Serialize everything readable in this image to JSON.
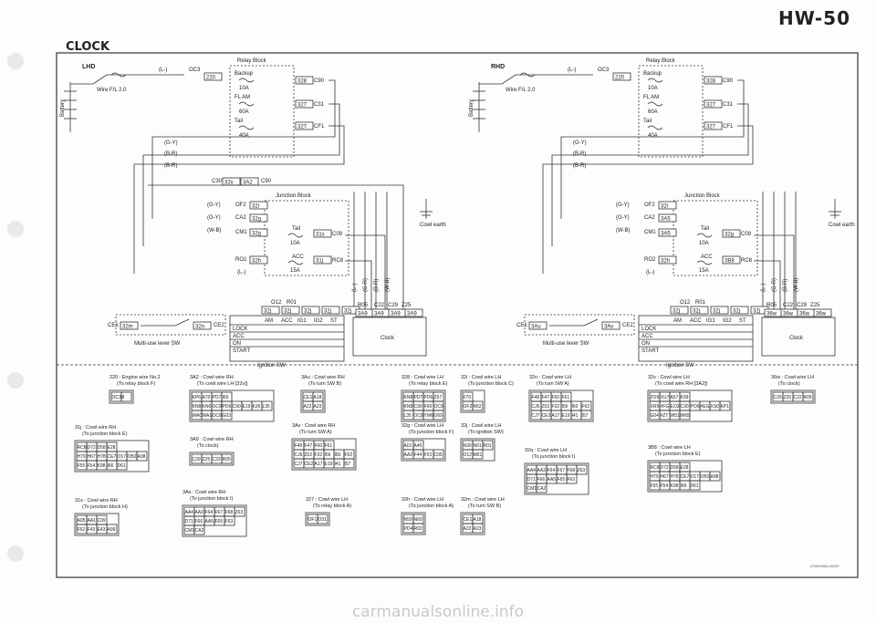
{
  "header": {
    "page_number": "HW-50",
    "title": "CLOCK"
  },
  "lhd": {
    "label": "LHD",
    "battery": "Battery",
    "wire_fl": "Wire F/L 2.0",
    "neg": "(L-)",
    "oc": "OC3",
    "oc_conn": "220",
    "relay_block": "Relay Block",
    "backup": "Backup",
    "backup_amp": "10A",
    "fl_am": "FL AM",
    "fl_am_amp": "60A",
    "tail": "Tail",
    "tail_amp": "40A",
    "c90": "C90",
    "c90_conn": "328",
    "c31": "C31",
    "c31_conn": "327",
    "cf1": "CF1",
    "cf1_conn": "327",
    "w_gy": "(G-Y)",
    "w_br1": "(B-R)",
    "w_br2": "(B-R)",
    "c30": "C30",
    "c30_conn1": "32v",
    "c30_conn2": "3A2",
    "c90b": "C90",
    "junction_block": "Junction Block",
    "of2": "OF2",
    "of2_conn": "32i",
    "ca2": "CA2",
    "ca2_conn": "32g",
    "cm1": "CM1",
    "cm1_conn": "32g",
    "wgy2": "(G-Y)",
    "wgy3": "(G-Y)",
    "wwb": "(W-B)",
    "tail_j": "Tail",
    "tail_j_amp": "10A",
    "c09": "C09",
    "c09_conn": "31s",
    "acc": "ACC",
    "acc_amp": "15A",
    "ro2": "RO2",
    "ro2_conn": "32h",
    "rc8": "RC8",
    "rc8_conn": "31j",
    "l_neg": "(L-)",
    "cowl_earth": "Cowl earth",
    "o12": "O12",
    "r01": "R01",
    "sw_conns": [
      "32j",
      "32j",
      "32j",
      "32j",
      "32j"
    ],
    "sw_cols": [
      "AM",
      "ACC",
      "IG1",
      "IG2",
      "ST"
    ],
    "sw_rows": [
      "LOCK",
      "ACC",
      "ON",
      "START"
    ],
    "ignition_sw": "Ignition SW",
    "ce1": "CE1",
    "ce1_conn": "32m",
    "ce2": "CE2",
    "ce2_conn": "32n",
    "multi": "Multi-use lever SW",
    "clock": "Clock",
    "r05": "R05",
    "c22": "C22",
    "c29": "C29",
    "z25": "Z25",
    "clock_conns": [
      "3A9",
      "3A9",
      "3A9",
      "3A9"
    ],
    "vert_wires": [
      "(L-)",
      "(G-R)",
      "(B-R)",
      "(W-B)"
    ]
  },
  "rhd": {
    "label": "RHD",
    "battery": "Battery",
    "wire_fl": "Wire F/L 2.0",
    "neg": "(L-)",
    "oc": "OC3",
    "oc_conn": "220",
    "relay_block": "Relay Block",
    "backup": "Backup",
    "backup_amp": "10A",
    "fl_am": "FL AM",
    "fl_am_amp": "60A",
    "tail": "Tail",
    "tail_amp": "40A",
    "c90": "C90",
    "c90_conn": "328",
    "c31": "C31",
    "c31_conn": "327",
    "cf1": "CF1",
    "cf1_conn": "327",
    "w_gy": "(G-Y)",
    "w_br1": "(B-R)",
    "w_br2": "(B-R)",
    "junction_block": "Junction Block",
    "of2": "OF2",
    "of2_conn": "32i",
    "ca2": "CA2",
    "ca2_conn": "3A5",
    "cm1": "CM1",
    "cm1_conn": "3A5",
    "wgy2": "(G-Y)",
    "wgy3": "(G-Y)",
    "wwb": "(W-B)",
    "tail_j": "Tail",
    "tail_j_amp": "10A",
    "c09": "C09",
    "c09_conn": "32g",
    "acc": "ACC",
    "acc_amp": "15A",
    "ro2": "RO2",
    "ro2_conn": "32h",
    "rc8": "RC8",
    "rc8_conn": "3B8",
    "l_neg": "(L-)",
    "cowl_earth": "Cowl earth",
    "o12": "O12",
    "r01": "R01",
    "sw_conns": [
      "32j",
      "32j",
      "32j",
      "32j",
      "32j"
    ],
    "sw_cols": [
      "AM",
      "ACC",
      "IG1",
      "IG2",
      "ST"
    ],
    "sw_rows": [
      "LOCK",
      "ACC",
      "ON",
      "START"
    ],
    "ignition_sw": "Ignition SW",
    "ce1": "CE1",
    "ce1_conn": "3Au",
    "ce2": "CE2",
    "ce2_conn": "3Av",
    "multi": "Multi-use lever SW",
    "clock": "Clock",
    "r05": "R05",
    "c22": "C22",
    "c29": "C29",
    "z25": "Z25",
    "clock_conns": [
      "36w",
      "36w",
      "36w",
      "36w"
    ],
    "vert_wires": [
      "(L-)",
      "(G-R)",
      "(B-R)",
      "(W-B)"
    ]
  },
  "connectors": [
    {
      "id": "220",
      "l1": "220 : Engine wire No.2",
      "l2": "(To relay block F)",
      "cells": [
        [
          "OC3",
          "8"
        ]
      ]
    },
    {
      "id": "31j",
      "l1": "31j : Cowl wire RH",
      "l2": "(To junction block E)",
      "cells": [
        [
          "RC8",
          "D72",
          "D58",
          "E28"
        ],
        [
          "H79",
          "H67",
          "H78",
          "CE7",
          "O17",
          "OB2",
          "A98"
        ],
        [
          "F55",
          "F54",
          "K98",
          "I66",
          "D61"
        ]
      ]
    },
    {
      "id": "31s",
      "l1": "31s : Cowl wire RH",
      "l2": "(To junction block H)",
      "cells": [
        [
          "A05",
          "AA1",
          "C09"
        ],
        [
          "F52",
          "F43",
          "E43",
          "A99"
        ]
      ]
    },
    {
      "id": "3A2",
      "l1": "3A2 : Cowl wire RH",
      "l2": "(To cowl wire LH [32v])",
      "cells": [
        [
          "KP6",
          "A70",
          "PD7",
          "I60"
        ],
        [
          "KN8",
          "KN6",
          "OC9",
          "PD6",
          "C90",
          "E19",
          "K26",
          "L35"
        ],
        [
          "WA0",
          "WA1",
          "OC6",
          "G03"
        ]
      ]
    },
    {
      "id": "3A9",
      "l1": "3A9 : Cowl wire RH",
      "l2": "(To clock)",
      "cells": [
        [
          "C29",
          "Z25",
          "C22",
          "R05"
        ]
      ]
    },
    {
      "id": "3As",
      "l1": "3As : Cowl wire RH",
      "l2": "(To junction block I)",
      "cells": [
        [
          "AA4",
          "AA3",
          "F64",
          "F67",
          "F68",
          "Z63"
        ],
        [
          "D71",
          "F66",
          "AA5",
          "F65",
          "F63"
        ],
        [
          "CM1",
          "CA2"
        ]
      ]
    },
    {
      "id": "3Au",
      "l1": "3Au : Cowl wire RH",
      "l2": "(To turn SW B)",
      "cells": [
        [
          "CE1",
          "A18"
        ],
        [
          "A22",
          "A23"
        ]
      ]
    },
    {
      "id": "3Av",
      "l1": "3Av : Cowl wire RH",
      "l2": "(To turn SW A)",
      "cells": [
        [
          "F48",
          "F47",
          "F60",
          "F61"
        ],
        [
          "CJ6",
          "Z02",
          "F32",
          "I56",
          "I60",
          "F62"
        ],
        [
          "CJ7",
          "CE2",
          "A17",
          "E19",
          "I41",
          "I57"
        ]
      ]
    },
    {
      "id": "327",
      "l1": "327 : Cowl wire LH",
      "l2": "(To relay block A)",
      "cells": [
        [
          "OF1",
          "O31"
        ]
      ]
    },
    {
      "id": "328",
      "l1": "328 : Cowl wire LH",
      "l2": "(To relay block E)",
      "cells": [
        [
          "KN8",
          "PD7",
          "PD6",
          "Z57"
        ],
        [
          "KN8",
          "C90",
          "F69",
          "OC9"
        ],
        [
          "L35",
          "OC8",
          "YM6",
          "O69"
        ]
      ]
    },
    {
      "id": "32g",
      "l1": "32g : Cowl wire LH",
      "l2": "(To junction block F)",
      "cells": [
        [
          "A01",
          "A40"
        ],
        [
          "AA2",
          "F44",
          "F53",
          "C05"
        ]
      ]
    },
    {
      "id": "32h",
      "l1": "32h : Cowl wire LH",
      "l2": "(To junction block A)",
      "cells": [
        [
          "N59",
          "N60"
        ],
        [
          "PD4",
          "R02"
        ]
      ]
    },
    {
      "id": "32i",
      "l1": "32i : Cowl wire LH",
      "l2": "(To junction block C)",
      "cells": [
        [
          "F70"
        ],
        [
          "OF2",
          "N52"
        ]
      ]
    },
    {
      "id": "32j",
      "l1": "32j : Cowl wire LH",
      "l2": "(To ignition SW)",
      "cells": [
        [
          "N30",
          "N01",
          "R01"
        ],
        [
          "O12",
          "M01"
        ]
      ]
    },
    {
      "id": "32m",
      "l1": "32m : Cowl wire LH",
      "l2": "(To turn SW B)",
      "cells": [
        [
          "CE1",
          "A18"
        ],
        [
          "A22",
          "A23"
        ]
      ]
    },
    {
      "id": "32n",
      "l1": "32n : Cowl wire LH",
      "l2": "(To turn SW A)",
      "cells": [
        [
          "F48",
          "F47",
          "F60",
          "F61"
        ],
        [
          "CJ6",
          "Z02",
          "F32",
          "I56",
          "I60",
          "F62"
        ],
        [
          "CJ7",
          "CE2",
          "A17",
          "E19",
          "I41",
          "I57"
        ]
      ]
    },
    {
      "id": "32q",
      "l1": "32q : Cowl wire LH",
      "l2": "(To junction block I)",
      "cells": [
        [
          "AA4",
          "AA3",
          "F64",
          "F67",
          "F68",
          "Z63"
        ],
        [
          "D71",
          "F66",
          "AA5",
          "F65",
          "F63"
        ],
        [
          "CM1",
          "CA2"
        ]
      ]
    },
    {
      "id": "32v",
      "l1": "32v : Cowl wire LH",
      "l2": "(To cowl wire RH [3A2])",
      "cells": [
        [
          "ZO9",
          "XU7",
          "A57",
          "K99"
        ],
        [
          "XR9",
          "#FG",
          "EO3",
          "C30",
          "PO6",
          "#EG",
          "XS0",
          "KP1"
        ],
        [
          "G04",
          "#ZT",
          "W51",
          "W65"
        ]
      ]
    },
    {
      "id": "3B8",
      "l1": "3B8 : Cowl wire LH",
      "l2": "(To junction block E)",
      "cells": [
        [
          "RC8",
          "D72",
          "D58",
          "E28"
        ],
        [
          "H79",
          "H67",
          "H78",
          "CE7",
          "O17",
          "OB2",
          "A98"
        ],
        [
          "F55",
          "F54",
          "K98",
          "I66",
          "D61"
        ]
      ]
    },
    {
      "id": "36w",
      "l1": "36w : Cowl wire LH",
      "l2": "(To clock)",
      "cells": [
        [
          "C29",
          "Z25",
          "C22",
          "R05"
        ]
      ]
    }
  ],
  "ref": "LPW00065-00057",
  "watermark": "carmanualsonline.info"
}
